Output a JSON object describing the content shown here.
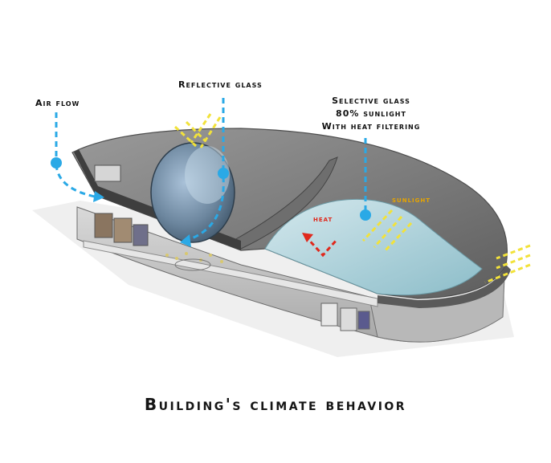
{
  "labels": {
    "air_flow": "Air flow",
    "reflective_glass": "Reflective glass",
    "selective_glass_line1": "Selective glass",
    "selective_glass_line2": "80% sunlight",
    "selective_glass_line3": "With heat filtering",
    "sunlight": "sunlight",
    "heat": "heat"
  },
  "caption": "Building's climate behavior",
  "colors": {
    "airflow_blue": "#2aa9e6",
    "sunlight_yellow": "#f2e23a",
    "heat_red": "#e0281c",
    "sunlight_label": "#e6a400",
    "shell_grey": "#8c8c8c"
  }
}
